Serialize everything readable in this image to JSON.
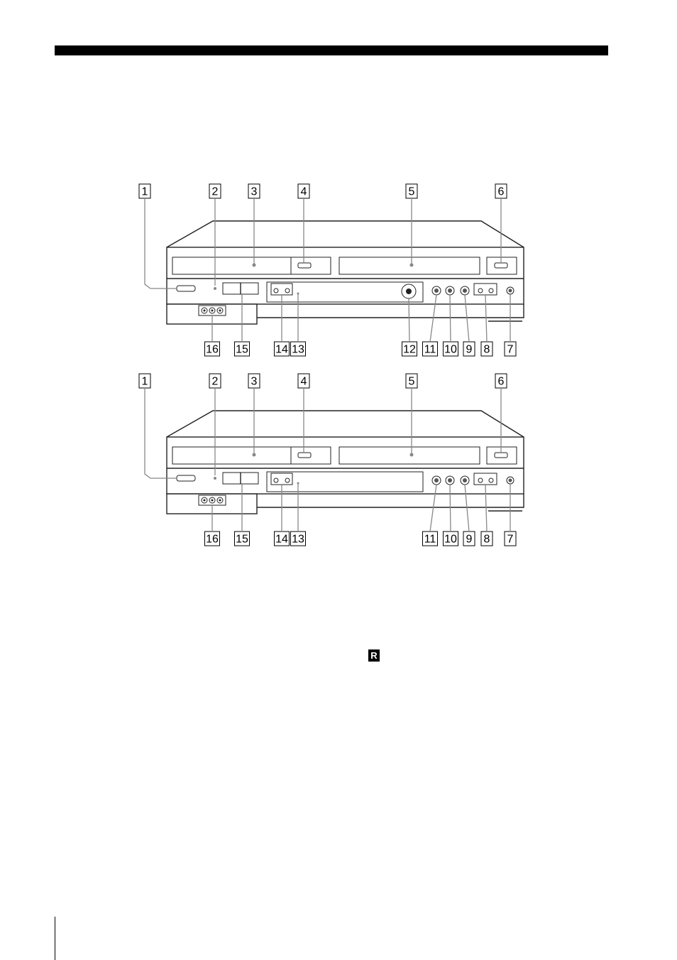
{
  "diagram": {
    "top_callouts": [
      "1",
      "2",
      "3",
      "4",
      "5",
      "6"
    ],
    "bottom_callouts_upper": [
      "16",
      "15",
      "14",
      "13",
      "12",
      "11",
      "10",
      "9",
      "8",
      "7"
    ],
    "bottom_callouts_lower": [
      "16",
      "15",
      "14",
      "13",
      "11",
      "10",
      "9",
      "8",
      "7"
    ]
  },
  "icons": {
    "ir": "remote-sensor-icon",
    "ir_glyph": "R"
  }
}
